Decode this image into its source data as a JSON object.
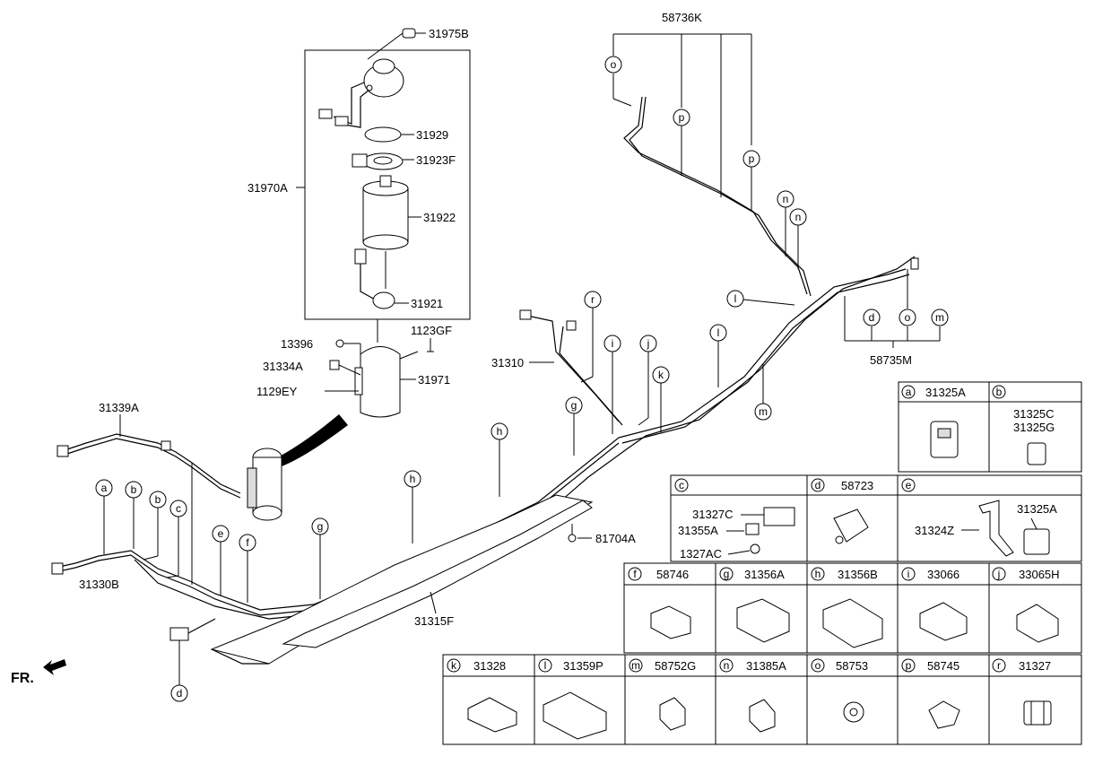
{
  "fr_label": "FR.",
  "part_labels": {
    "p31975B": "31975B",
    "p31929": "31929",
    "p31923F": "31923F",
    "p31970A": "31970A",
    "p31922": "31922",
    "p31921": "31921",
    "p13396": "13396",
    "p1123GF": "1123GF",
    "p31334A": "31334A",
    "p31971": "31971",
    "p1129EY": "1129EY",
    "p31339A": "31339A",
    "p31330B": "31330B",
    "p31310": "31310",
    "p31315F": "31315F",
    "p81704A": "81704A",
    "p58736K": "58736K",
    "p58735M": "58735M"
  },
  "callout_letters": {
    "a": "a",
    "b": "b",
    "c": "c",
    "d": "d",
    "e": "e",
    "f": "f",
    "g": "g",
    "h": "h",
    "i": "i",
    "j": "j",
    "k": "k",
    "l": "l",
    "m": "m",
    "n": "n",
    "o": "o",
    "p": "p",
    "r": "r"
  },
  "legend": {
    "a": {
      "letter": "a",
      "part": "31325A"
    },
    "b": {
      "letter": "b",
      "parts": [
        "31325C",
        "31325G"
      ]
    },
    "c": {
      "letter": "c",
      "parts": [
        "31327C",
        "31355A",
        "1327AC"
      ]
    },
    "d": {
      "letter": "d",
      "part": "58723"
    },
    "e": {
      "letter": "e",
      "parts": [
        "31324Z",
        "31325A"
      ]
    },
    "f": {
      "letter": "f",
      "part": "58746"
    },
    "g": {
      "letter": "g",
      "part": "31356A"
    },
    "h": {
      "letter": "h",
      "part": "31356B"
    },
    "i": {
      "letter": "i",
      "part": "33066"
    },
    "j": {
      "letter": "j",
      "part": "33065H"
    },
    "k": {
      "letter": "k",
      "part": "31328"
    },
    "l": {
      "letter": "l",
      "part": "31359P"
    },
    "m": {
      "letter": "m",
      "part": "58752G"
    },
    "n": {
      "letter": "n",
      "part": "31385A"
    },
    "o": {
      "letter": "o",
      "part": "58753"
    },
    "p": {
      "letter": "p",
      "part": "58745"
    },
    "r": {
      "letter": "r",
      "part": "31327"
    }
  }
}
